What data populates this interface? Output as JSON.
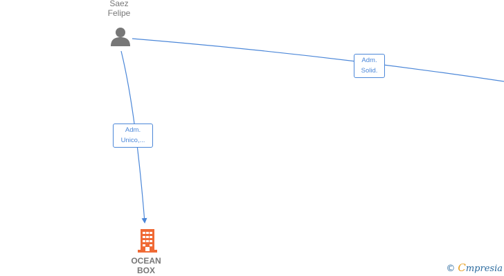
{
  "person": {
    "name_line1": "Saez",
    "name_line2": "Felipe",
    "icon": "person-icon",
    "color": "#777777"
  },
  "company": {
    "name_line1": "OCEAN",
    "name_line2": "BOX",
    "icon": "building-icon",
    "color": "#f06a35"
  },
  "edges": [
    {
      "label_line1": "Adm.",
      "label_line2": "Unico,..."
    },
    {
      "label_line1": "Adm.",
      "label_line2": "Solid."
    }
  ],
  "edge_color": "#4a86d8",
  "watermark": {
    "copyright": "©",
    "brand_initial": "C",
    "brand_rest": "mpresia"
  }
}
